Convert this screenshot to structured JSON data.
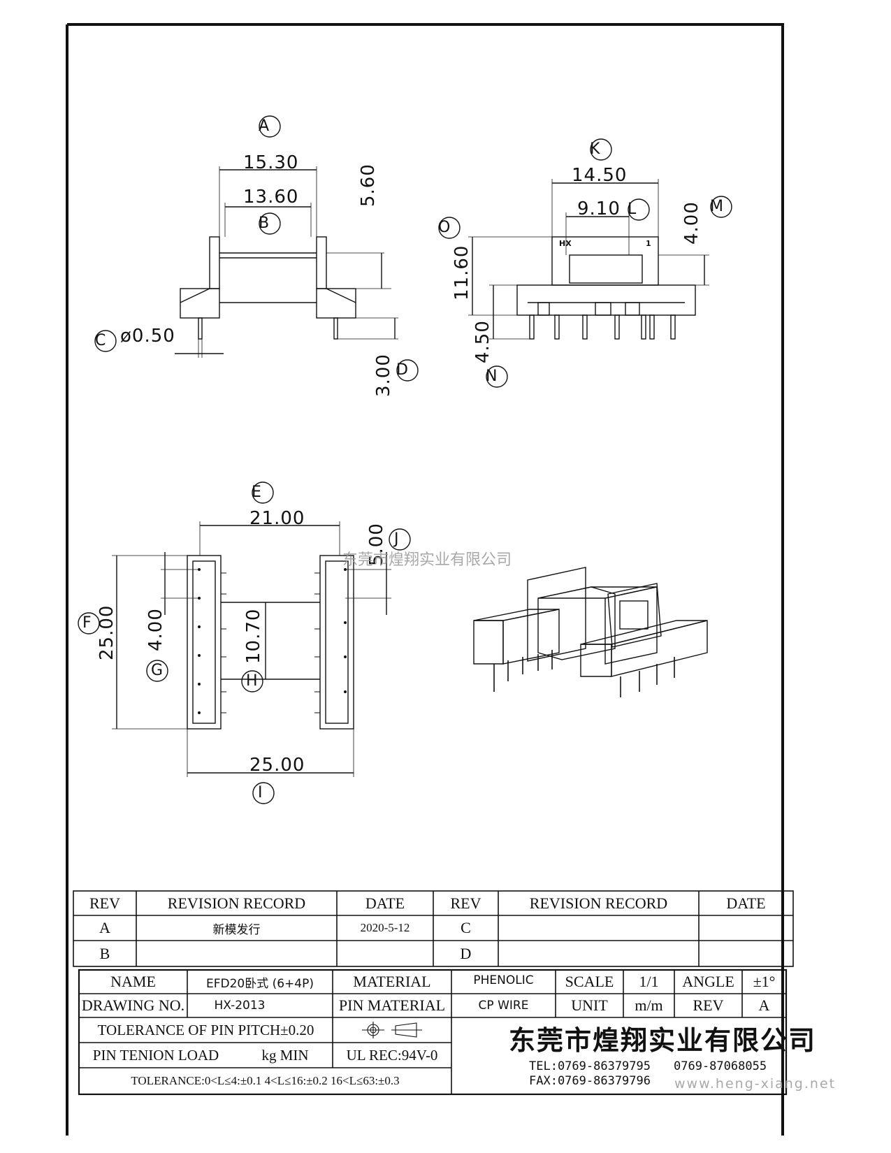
{
  "drawing": {
    "views": {
      "front": {
        "labels": {
          "A": "A",
          "B": "B",
          "C": "C",
          "D": "D"
        },
        "dims": {
          "a": "15.30",
          "b": "13.60",
          "h": "5.60",
          "pin": "ø0.50",
          "pinlen": "3.00"
        }
      },
      "side": {
        "labels": {
          "K": "K",
          "L": "L",
          "M": "M",
          "O": "O",
          "N": "N"
        },
        "dims": {
          "k": "14.50",
          "l": "9.10",
          "m": "4.00",
          "o": "11.60",
          "n": "4.50"
        },
        "marks": {
          "hx": "HX",
          "one": "1"
        }
      },
      "top": {
        "labels": {
          "E": "E",
          "F": "F",
          "G": "G",
          "H": "H",
          "I": "I",
          "J": "J"
        },
        "dims": {
          "e": "21.00",
          "f": "25.00",
          "g": "4.00",
          "h": "10.70",
          "i": "25.00",
          "j": "5.00"
        }
      }
    },
    "watermark": "东莞市煌翔实业有限公司",
    "site_watermark": "www.heng-xiang.net"
  },
  "revision_table": {
    "headers": [
      "REV",
      "REVISION RECORD",
      "DATE",
      "REV",
      "REVISION RECORD",
      "DATE"
    ],
    "rows": [
      [
        "A",
        "新模发行",
        "2020-5-12",
        "C",
        "",
        ""
      ],
      [
        "B",
        "",
        "",
        "D",
        "",
        ""
      ]
    ]
  },
  "title_block": {
    "name_label": "NAME",
    "name_value": "EFD20卧式 (6+4P)",
    "material_label": "MATERIAL",
    "material_value": "PHENOLIC",
    "scale_label": "SCALE",
    "scale_value": "1/1",
    "angle_label": "ANGLE",
    "angle_value": "±1°",
    "drawing_no_label": "DRAWING NO.",
    "drawing_no_value": "HX-2013",
    "pin_material_label": "PIN MATERIAL",
    "pin_material_value": "CP WIRE",
    "unit_label": "UNIT",
    "unit_value": "m/m",
    "rev_label": "REV",
    "rev_value": "A",
    "tolerance_pitch": "TOLERANCE OF PIN PITCH±0.20",
    "pin_tension": "PIN TENION LOAD",
    "pin_tension_unit": "kg MIN",
    "ul_rec": "UL REC:94V-0",
    "tolerance_range": "TOLERANCE:0<L≤4:±0.1  4<L≤16:±0.2  16<L≤63:±0.3",
    "company": "东莞市煌翔实业有限公司",
    "tel": "TEL:0769-86379795",
    "tel2": "0769-87068055",
    "fax": "FAX:0769-86379796"
  }
}
